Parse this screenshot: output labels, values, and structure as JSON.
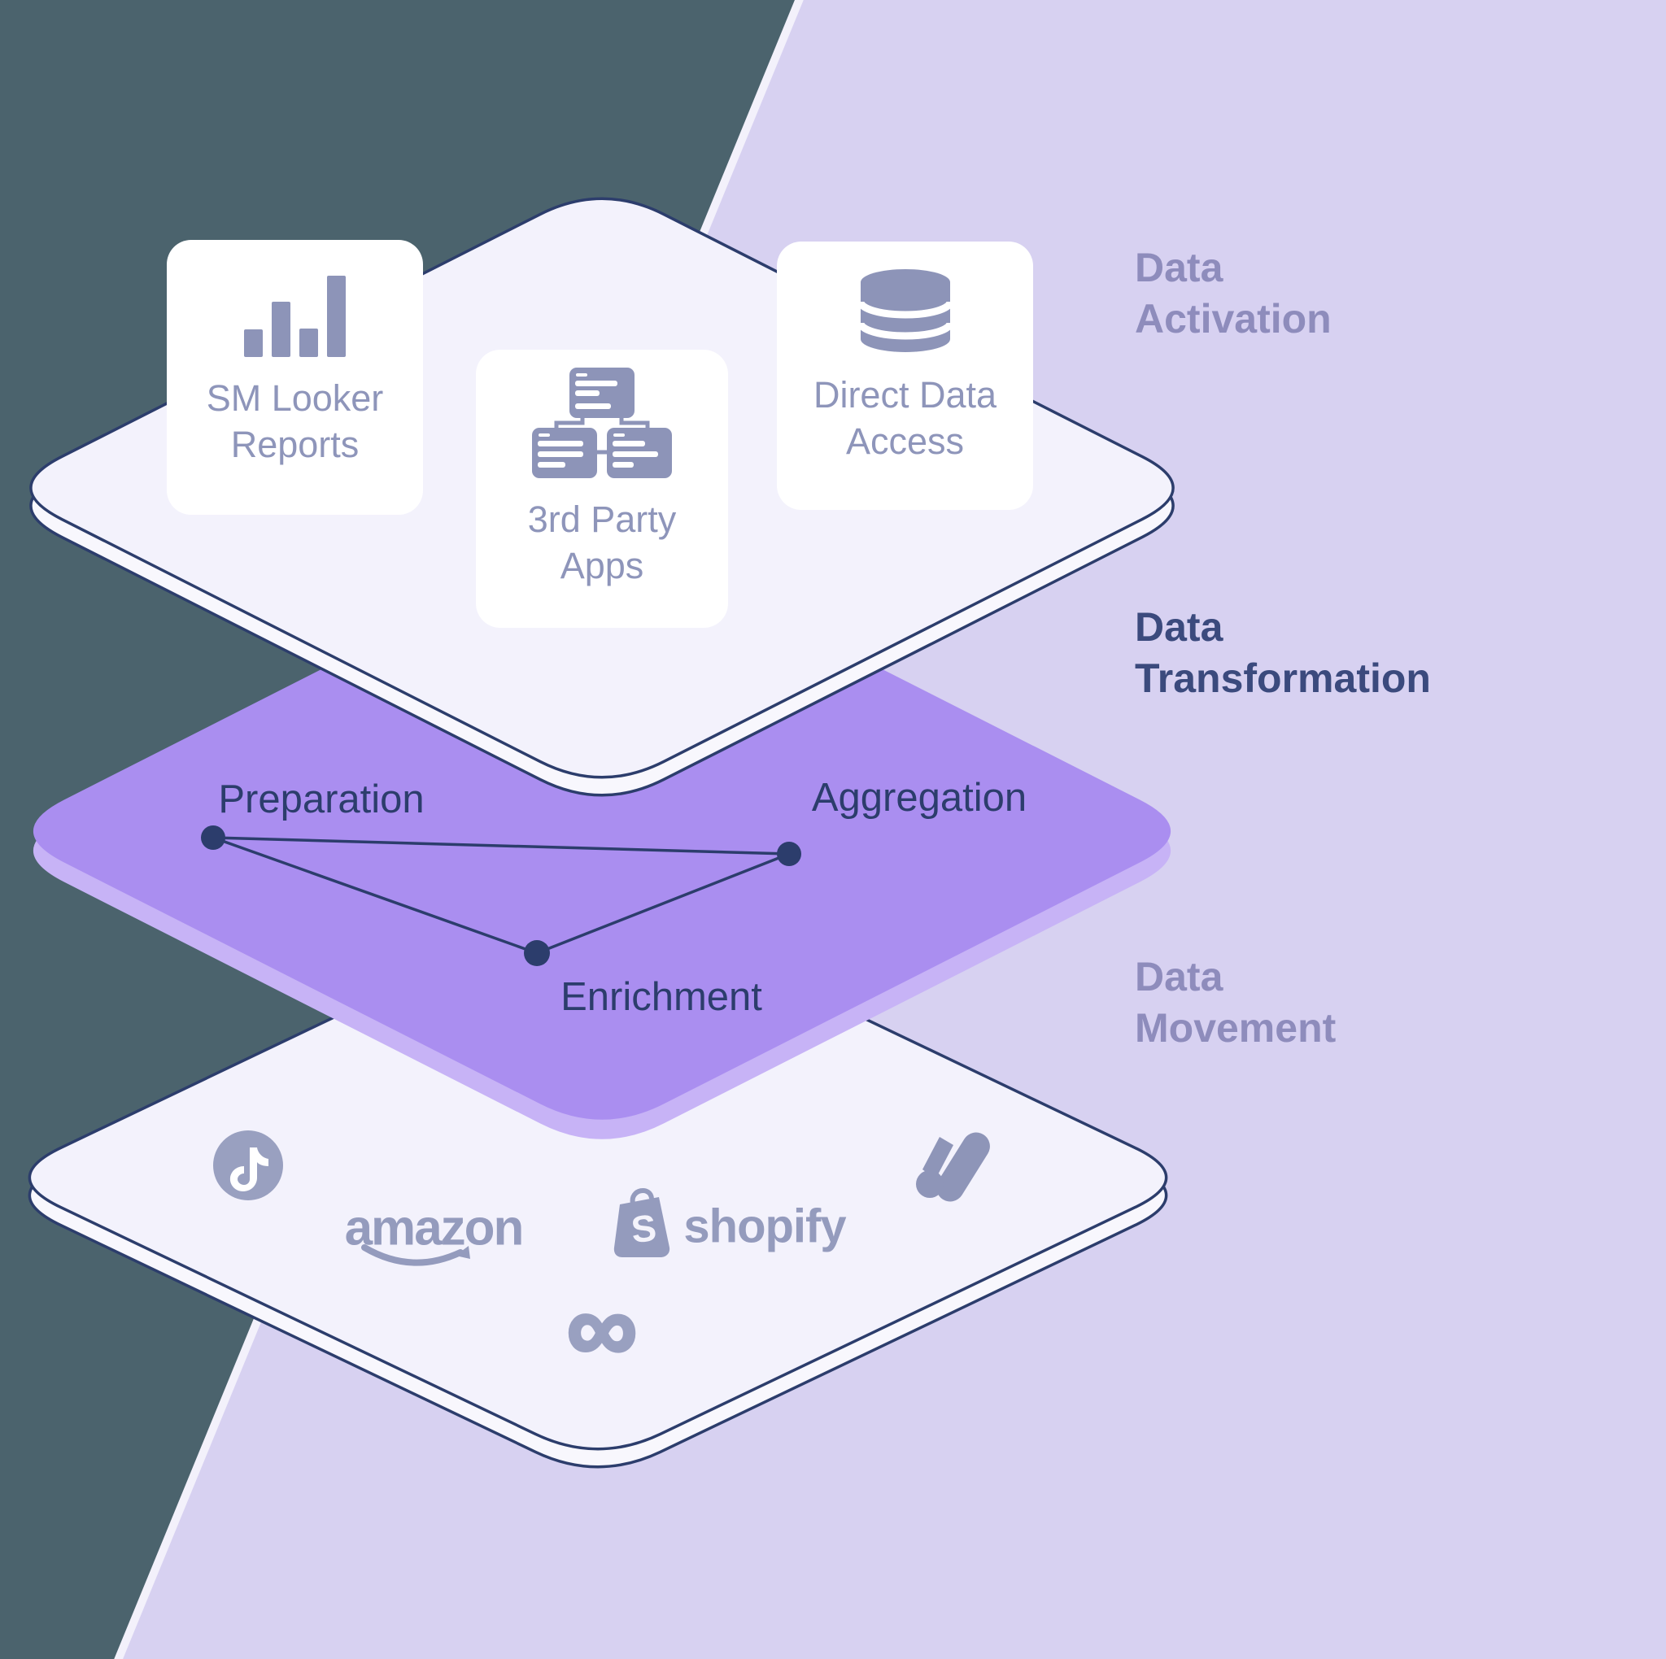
{
  "colors": {
    "background_dark": "#4b636d",
    "background_lavender": "#d7d1f1",
    "divider_stripe": "#f3f1fb",
    "layer_face": "#f3f2fc",
    "layer_side": "#f8f7fd",
    "layer_outline": "#2c3d6c",
    "purple_face": "#aa8ef0",
    "purple_side": "#c7b3f6",
    "navy": "#2c3d6c",
    "card_background": "#ffffff",
    "card_text": "#8e95ba",
    "logo_color": "#949bbd",
    "side_label_muted": "#8e8cbc",
    "side_label_emphasis": "#3b4a7d"
  },
  "layers": {
    "activation": {
      "side_label_line1": "Data",
      "side_label_line2": "Activation",
      "cards": [
        {
          "line1": "SM Looker",
          "line2": "Reports",
          "icon": "bar-chart-icon"
        },
        {
          "line1": "3rd Party",
          "line2": "Apps",
          "icon": "app-windows-icon"
        },
        {
          "line1": "Direct Data",
          "line2": "Access",
          "icon": "database-icon"
        }
      ]
    },
    "transformation": {
      "side_label_line1": "Data",
      "side_label_line2": "Transformation",
      "nodes": [
        {
          "label": "Preparation"
        },
        {
          "label": "Aggregation"
        },
        {
          "label": "Enrichment"
        }
      ]
    },
    "movement": {
      "side_label_line1": "Data",
      "side_label_line2": "Movement",
      "platforms": [
        {
          "name": "TikTok",
          "icon": "tiktok-icon"
        },
        {
          "name": "Amazon",
          "icon": "amazon-logo",
          "wordmark": "amazon"
        },
        {
          "name": "Shopify",
          "icon": "shopify-logo",
          "wordmark": "shopify",
          "bag_letter": "S"
        },
        {
          "name": "Google Ads",
          "icon": "google-ads-icon"
        },
        {
          "name": "Meta",
          "icon": "meta-icon",
          "glyph": "∞"
        }
      ]
    }
  }
}
